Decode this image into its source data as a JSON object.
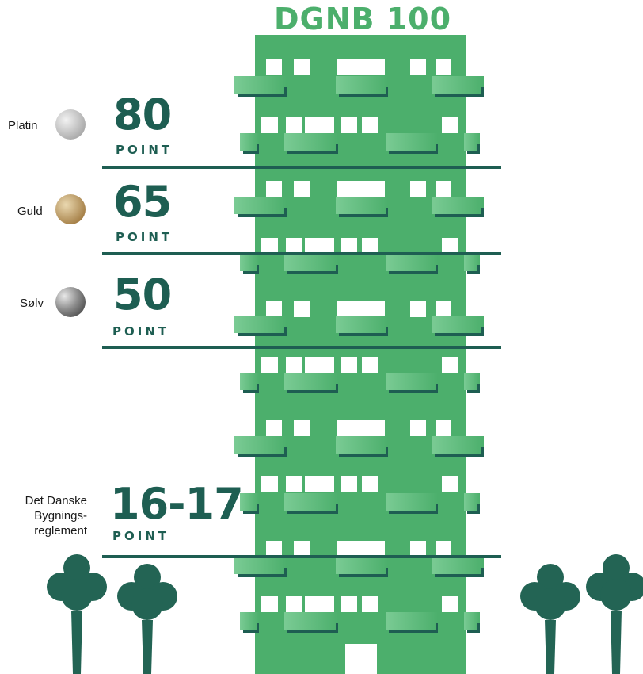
{
  "title": "DGNB 100",
  "levels": [
    {
      "name": "Platin",
      "points": "80",
      "unit": "POINT",
      "medal": "platinum"
    },
    {
      "name": "Guld",
      "points": "65",
      "unit": "POINT",
      "medal": "gold"
    },
    {
      "name": "Sølv",
      "points": "50",
      "unit": "POINT",
      "medal": "silver"
    }
  ],
  "baseline": {
    "name_lines": [
      "Det Danske",
      "Bygnings-",
      "reglement"
    ],
    "points": "16-17",
    "unit": "POINT"
  },
  "colors": {
    "building": "#4caf6c",
    "balcony": "#6cc287",
    "shadow": "#1e5e52",
    "line": "#1e5e52",
    "tree": "#236454",
    "text_dark": "#1e5e52",
    "title": "#4caf6c"
  }
}
